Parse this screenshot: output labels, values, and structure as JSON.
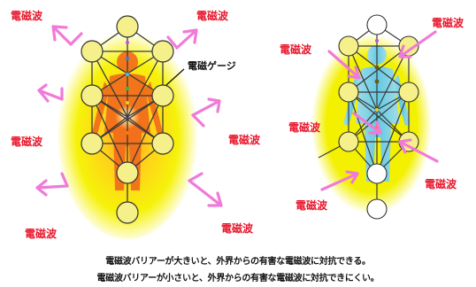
{
  "wave_label": "電磁波",
  "gauge_label": "電磁ゲージ",
  "captions": {
    "line1": "電磁波バリアーが大きいと、外界からの有害な電磁波に対抗できる。",
    "line2": "電磁波バリアーが小さいと、外界からの有害な電磁波に対抗できにくい。"
  },
  "colors": {
    "wave_label": "#e8182e",
    "arrow": "#f07ad8",
    "aura_yellow": "#f6f20a",
    "body_orange": "#f26a1b",
    "body_blue": "#5ec8ef",
    "sphere_fill": "#f5f08a"
  }
}
